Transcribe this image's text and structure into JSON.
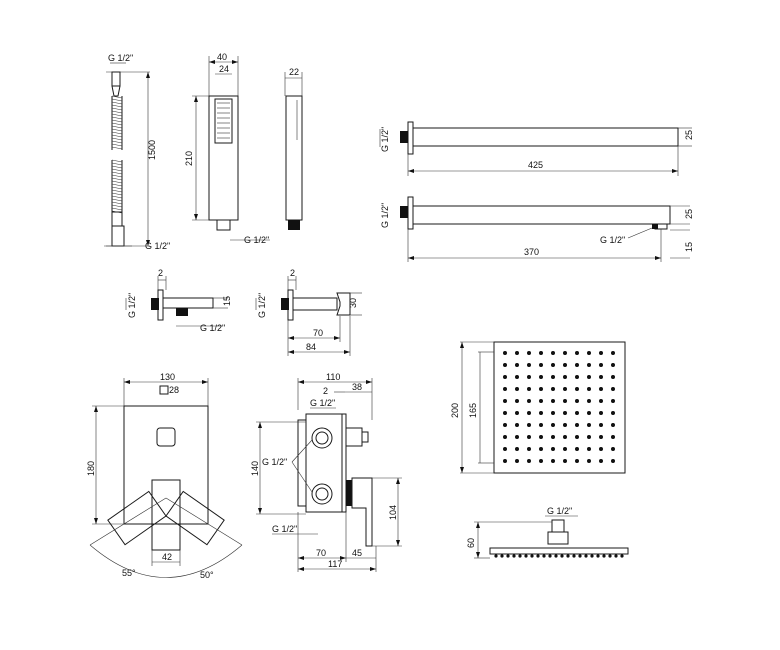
{
  "hose": {
    "thread_top": "G 1/2\"",
    "length": "1500",
    "thread_bottom": "G 1/2\""
  },
  "hand_shower": {
    "width": "40",
    "inner": "24",
    "height": "210",
    "thread": "G 1/2\""
  },
  "hand_shower_side": {
    "depth": "22"
  },
  "arm_long": {
    "thread": "G 1/2\"",
    "length": "425",
    "height": "25"
  },
  "arm_short": {
    "thread_wall": "G 1/2\"",
    "thread_head": "G 1/2\"",
    "length": "370",
    "height": "25",
    "drop": "15"
  },
  "elbow": {
    "gap": "2",
    "thread_wall": "G 1/2\"",
    "height": "15",
    "thread_out": "G 1/2\""
  },
  "holder": {
    "gap": "2",
    "thread": "G 1/2\"",
    "height": "30",
    "depth": "70",
    "total": "84"
  },
  "trim_plate": {
    "width": "130",
    "knob": "28",
    "height": "180",
    "handle": "42",
    "angle_left": "55°",
    "angle_right": "50°"
  },
  "valve_body": {
    "total_width": "110",
    "gap": "2",
    "outlet": "38",
    "thread_top": "G 1/2\"",
    "height": "140",
    "thread_side": "G 1/2\"",
    "handle_height": "104",
    "thread_bottom": "G 1/2\"",
    "body": "70",
    "proj": "45",
    "overall": "117"
  },
  "rain_head": {
    "outer": "200",
    "inner": "165",
    "thread": "G 1/2\"",
    "height": "60"
  }
}
